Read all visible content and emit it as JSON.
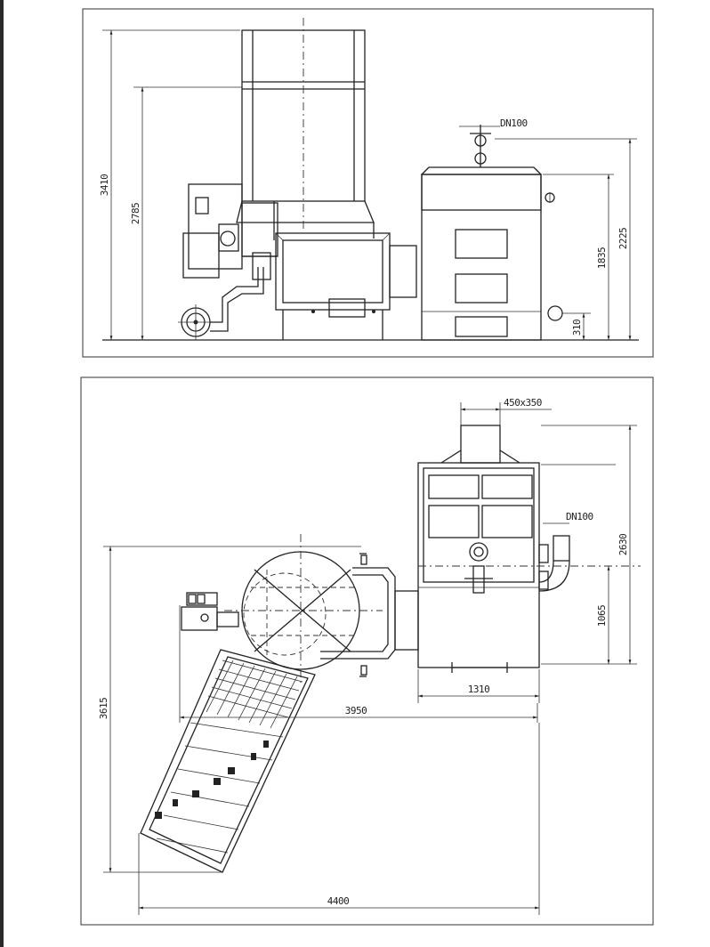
{
  "drawing": {
    "top_view_labels": {
      "overall_height": "3410",
      "hopper_height": "2785",
      "outlet_size": "DN100",
      "boiler_height": "2225",
      "body_height": "1835",
      "base_height": "310"
    },
    "plan_view_labels": {
      "flue_outlet": "450x350",
      "valve": "DN100",
      "depth_total": "2630",
      "depth_lower": "1065",
      "boiler_width": "1310",
      "feeder_depth": "3615",
      "feeder_length": "3950",
      "overall_width": "4400"
    }
  }
}
